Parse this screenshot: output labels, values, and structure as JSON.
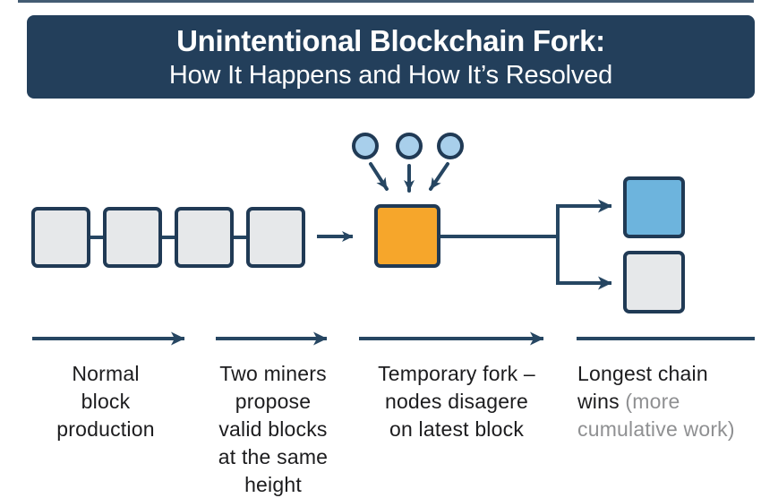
{
  "banner": {
    "title": "Unintentional Blockchain Fork:",
    "subtitle": "How It Happens and How It’s Resolved"
  },
  "captions": [
    {
      "lines": [
        "Normal",
        "block",
        "production"
      ]
    },
    {
      "lines": [
        "Two miners",
        "propose",
        "valid blocks",
        "at the same",
        "height"
      ]
    },
    {
      "lines": [
        "Temporary fork –",
        "nodes disagere",
        "on latest block"
      ]
    },
    {
      "text": "Longest chain wins ",
      "muted": "(more cumulative work)"
    }
  ],
  "diagram": {
    "chain_blocks_count": 4,
    "miner_circles_count": 3,
    "fork_top_block": "winning-chain-block",
    "fork_bottom_block": "orphaned-block"
  },
  "colors": {
    "banner_bg": "#233f5b",
    "banner_text": "#ffffff",
    "stroke": "#264662",
    "block_border": "#203a55",
    "block_gray": "#e6e8ea",
    "block_orange": "#f6a62b",
    "block_blue": "#6db4dd",
    "circle_blue": "#a8cfeb",
    "text": "#1c1c1e",
    "muted": "#8f9092"
  }
}
